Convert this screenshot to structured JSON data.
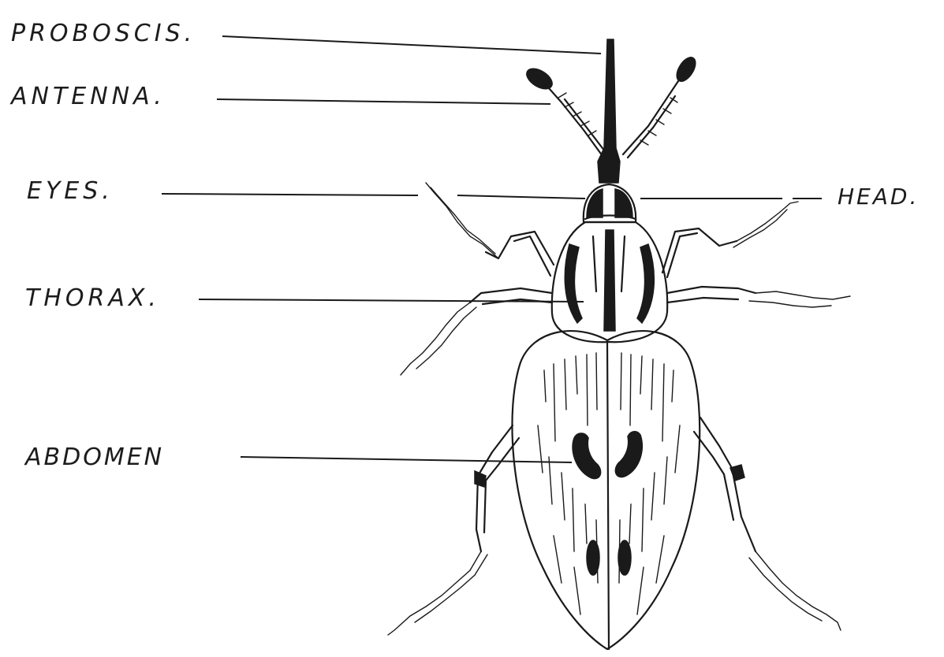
{
  "labels": {
    "proboscis": "PROBOSCIS.",
    "antenna": "ANTENNA.",
    "eyes": "EYES.",
    "head": "HEAD.",
    "thorax": "THORAX.",
    "abdomen": "ABDOMEN"
  },
  "ink_color": "#1a1a1a"
}
